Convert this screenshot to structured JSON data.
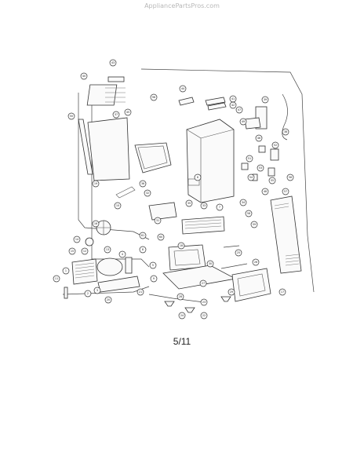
{
  "watermark": "AppliancePartsPros.com",
  "page_label": "5/11",
  "callouts": [
    "43",
    "40",
    "37",
    "96",
    "45",
    "50",
    "44",
    "41",
    "42",
    "47",
    "39",
    "49",
    "38",
    "52",
    "19",
    "36",
    "32",
    "6",
    "7",
    "48",
    "35",
    "33",
    "10",
    "31",
    "34",
    "16",
    "25",
    "18",
    "26",
    "14",
    "15",
    "11",
    "13",
    "12",
    "8",
    "30",
    "9",
    "17",
    "5",
    "4",
    "3",
    "1",
    "2",
    "20",
    "21",
    "23",
    "24",
    "22",
    "27",
    "28",
    "29",
    "46",
    "51",
    "53",
    "54",
    "55",
    "56",
    "57",
    "58",
    "59",
    "60",
    "61"
  ]
}
